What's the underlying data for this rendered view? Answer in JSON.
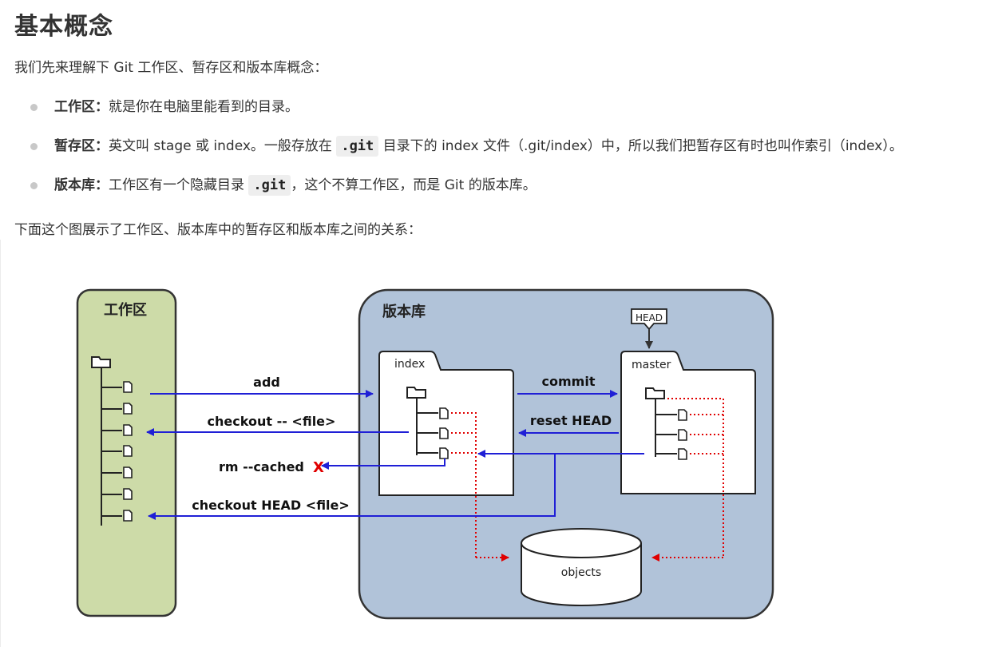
{
  "heading": "基本概念",
  "intro": "我们先来理解下 Git 工作区、暂存区和版本库概念：",
  "items": [
    {
      "term": "工作区：",
      "parts": [
        "就是你在电脑里能看到的目录。"
      ]
    },
    {
      "term": "暂存区：",
      "parts": [
        "英文叫 stage 或 index。一般存放在 ",
        ".git",
        " 目录下的 index 文件（.git/index）中，所以我们把暂存区有时也叫作索引（index）。"
      ]
    },
    {
      "term": "版本库：",
      "parts": [
        "工作区有一个隐藏目录 ",
        ".git",
        "，这个不算工作区，而是 Git 的版本库。"
      ]
    }
  ],
  "caption": "下面这个图展示了工作区、版本库中的暂存区和版本库之间的关系：",
  "diagram": {
    "working_dir_label": "工作区",
    "repo_label": "版本库",
    "index_label": "index",
    "master_label": "master",
    "head_label": "HEAD",
    "objects_label": "objects",
    "arrows": {
      "add": "add",
      "commit": "commit",
      "checkout_file": "checkout -- <file>",
      "reset_head": "reset HEAD",
      "rm_cached": "rm --cached",
      "rm_x": "X",
      "checkout_head": "checkout HEAD <file>"
    },
    "colors": {
      "working_fill": "#cddba8",
      "repo_fill": "#b1c3d9",
      "blue_arrow": "#1f1fd6",
      "red_dotted": "#e00000"
    }
  }
}
